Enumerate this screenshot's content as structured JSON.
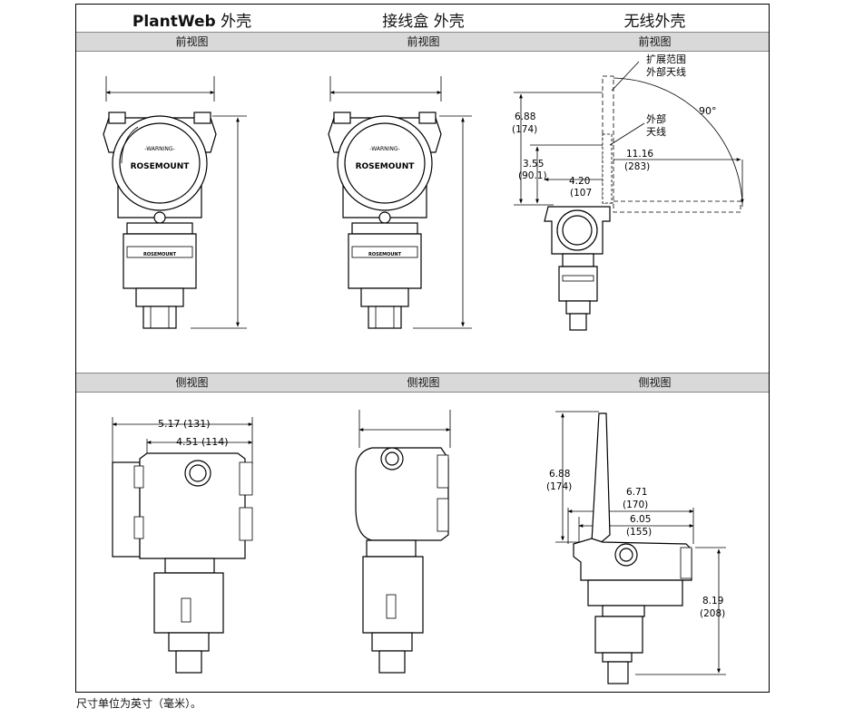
{
  "headers": {
    "col1_brand": "PlantWeb",
    "col1_suffix": " 外壳",
    "col2": "接线盒 外壳",
    "col3": "无线外壳"
  },
  "bands": {
    "front": "前视图",
    "side": "侧视图"
  },
  "wireless_front": {
    "dim_total_in": "6.88",
    "dim_total_mm": "(174)",
    "dim_mid_in": "3.55",
    "dim_mid_mm": "(90.1)",
    "dim_short_in": "4.20",
    "dim_short_mm": "(107",
    "dim_long_in": "11.16",
    "dim_long_mm": "(283)",
    "angle": "90°",
    "label_extended_1": "扩展范围",
    "label_extended_2": "外部天线",
    "label_external_1": "外部",
    "label_external_2": "天线"
  },
  "plantweb_side": {
    "dim_a": "5.17 (131)",
    "dim_b": "4.51 (114)"
  },
  "wireless_side": {
    "dim_h_in": "6.88",
    "dim_h_mm": "(174)",
    "dim_w1_in": "6.71",
    "dim_w1_mm": "(170)",
    "dim_w2_in": "6.05",
    "dim_w2_mm": "(155)",
    "dim_b_in": "8.19",
    "dim_b_mm": "(208)"
  },
  "housing_text": {
    "brand": "ROSEMOUNT",
    "warning": "-WARNING-"
  },
  "footnote": "尺寸单位为英寸（毫米）。"
}
